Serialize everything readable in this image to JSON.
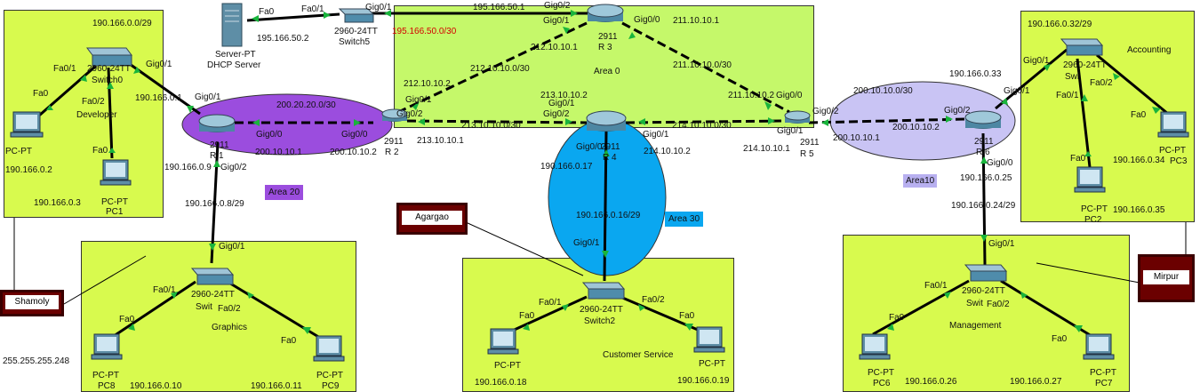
{
  "areas": {
    "developer": "Developer",
    "graphics": "Graphics",
    "customer_service": "Customer Service",
    "management": "Management",
    "accounting": "Accounting",
    "area0": "Area 0",
    "area10": "Area10",
    "area20": "Area 20",
    "area30": "Area 30"
  },
  "callouts": {
    "shamoly": "Shamoly",
    "agargao": "Agargao",
    "mirpur": "Mirpur"
  },
  "devices": {
    "server_type": "Server-PT",
    "server_name": "DHCP Server",
    "switch5_model": "2960-24TT",
    "switch5_name": "Switch5",
    "switch0_model": "2960-24TT",
    "switch0_name": "Switch0",
    "switch_g_model": "2960-24TT",
    "switch_g_name": "Swit",
    "switch2_model": "2960-24TT",
    "switch2_name": "Switch2",
    "switch_m_model": "2960-24TT",
    "switch_m_name": "Swit",
    "switch_a_model": "2960-24TT",
    "switch_a_name": "Swi",
    "r1_model": "2911",
    "r1_name": "R 1",
    "r2_model": "2911",
    "r2_name": "R 2",
    "r3_model": "2911",
    "r3_name": "R 3",
    "r4_model": "2911",
    "r4_name": "R 4",
    "r5_model": "2911",
    "r5_name": "R 5",
    "r6_model": "2911",
    "r6_name": "R 6",
    "pc_type": "PC-PT",
    "pc0_name": "",
    "pc1_name": "PC1",
    "pc8_name": "PC8",
    "pc9_name": "PC9",
    "pc_cs1_name": "",
    "pc_cs2_name": "",
    "pc6_name": "PC6",
    "pc7_name": "PC7",
    "pc2_name": "PC2",
    "pc3_name": "PC3"
  },
  "ports": {
    "server_fa0": "Fa0",
    "sw5_fa01": "Fa0/1",
    "sw5_gig01": "Gig0/1",
    "r3_gig02": "Gig0/2",
    "r3_gig01": "Gig0/1",
    "r3_gig00": "Gig0/0",
    "r2_gig01": "Gig0/1",
    "r2_gig02": "Gig0/2",
    "r2_gig00": "Gig0/0",
    "r1_gig01": "Gig0/1",
    "r1_gig00": "Gig0/0",
    "r1_gig02": "Gig0/2",
    "r4_gig01_a": "Gig0/1",
    "r4_gig02": "Gig0/2",
    "r4_gig00": "Gig0/0",
    "r4_gig01_b": "Gig0/1",
    "r5_gig00": "Gig0/0",
    "r5_gig02": "Gig0/2",
    "r5_gig01": "Gig0/1",
    "r6_gig02": "Gig0/2",
    "r6_gig01": "Gig0/1",
    "r6_gig00": "Gig0/0",
    "sw0_fa01": "Fa0/1",
    "sw0_fa02": "Fa0/2",
    "sw0_gig01": "Gig0/1",
    "pc0_fa0": "Fa0",
    "pc1_fa0": "Fa0",
    "swg_gig01": "Gig0/1",
    "swg_fa01": "Fa0/1",
    "swg_fa02": "Fa0/2",
    "pc8_fa0": "Fa0",
    "pc9_fa0": "Fa0",
    "sw2_gig01": "Gig0/1",
    "sw2_fa01": "Fa0/1",
    "sw2_fa02": "Fa0/2",
    "pccs1_fa0": "Fa0",
    "pccs2_fa0": "Fa0",
    "swm_gig01": "Gig0/1",
    "swm_fa01": "Fa0/1",
    "swm_fa02": "Fa0/2",
    "pc6_fa0": "Fa0",
    "pc7_fa0": "Fa0",
    "swa_gig01": "Gig0/1",
    "swa_fa01": "Fa0/1",
    "swa_fa02": "Fa0/2",
    "pc2_fa0": "Fa0",
    "pc3_fa0": "Fa0"
  },
  "addresses": {
    "server_ip": "195.166.50.2",
    "r3_sw5_ip": "195.166.50.1",
    "r3_sw5_net": "195.166.50.0/30",
    "r3_r2_r3side": "212.10.10.1",
    "r3_r2_net": "212.10.10.0/30",
    "r3_r2_r2side": "212.10.10.2",
    "r3_r5_r3side": "211.10.10.1",
    "r3_r5_net": "211.10.10.0/30",
    "r3_r5_r5side": "211.10.10.2",
    "r2_r4_r4side": "213.10.10.2",
    "r2_r4_net": "213.10.10.0/30",
    "r2_r4_r2side": "213.10.10.1",
    "r4_r5_net": "214.10.10.0/30",
    "r4_r5_r4side": "214.10.10.2",
    "r4_r5_r5side": "214.10.10.1",
    "r1_r2_net": "200.20.20.0/30",
    "r1_r2_r1side": "200.10.10.1",
    "r1_r2_r2side": "200.10.10.2",
    "r5_r6_net": "200.10.10.0/30",
    "r5_r6_r5side": "200.10.10.1",
    "r5_r6_r6side": "200.10.10.2",
    "dev_net": "190.166.0.0/29",
    "dev_gw": "190.166.0.1",
    "pc0_ip": "190.166.0.2",
    "pc1_ip": "190.166.0.3",
    "gr_gw": "190.166.0.9",
    "gr_net": "190.166.0.8/29",
    "pc8_ip": "190.166.0.10",
    "pc9_ip": "190.166.0.11",
    "mask": "255.255.255.248",
    "cs_gw": "190.166.0.17",
    "cs_net": "190.166.0.16/29",
    "pccs1_ip": "190.166.0.18",
    "pccs2_ip": "190.166.0.19",
    "acc_net": "190.166.0.32/29",
    "acc_gw": "190.166.0.33",
    "pc2_ip": "190.166.0.34",
    "pc3_ip": "190.166.0.35",
    "mgmt_gw": "190.166.0.25",
    "mgmt_net": "190.166.0.24/29",
    "pc6_ip": "190.166.0.26",
    "pc7_ip": "190.166.0.27"
  },
  "colors": {
    "zone_green": "#d8fa4e",
    "area0_green": "#c5f86a",
    "area20_purple": "#9b4dde",
    "area10_lavender": "#c9c4f4",
    "area30_blue": "#0aa7f0",
    "callout_fill": "#6b0000",
    "link_up": "#19b43c"
  }
}
